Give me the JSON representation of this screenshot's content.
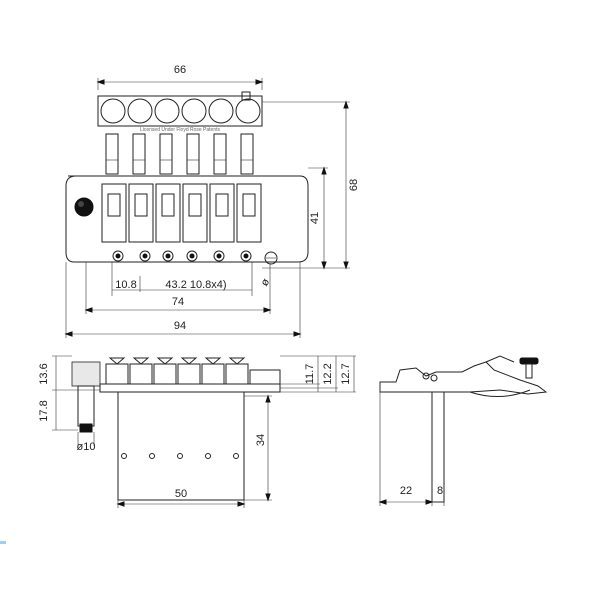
{
  "top_view": {
    "dim_width_top": "66",
    "dim_height_68": "68",
    "dim_height_41": "41",
    "dim_spacing_first": "10.8",
    "dim_spacing_rest": "43.2  10.8x4)",
    "dim_74": "74",
    "dim_94": "94",
    "dim_stud_dia": "ø",
    "stamp_text": "Licensed Under Floyd Rose Patents"
  },
  "front_view": {
    "dim_13_6": "13.6",
    "dim_17_8": "17.8",
    "dim_phi10": "ø10",
    "dim_11_7": "11.7",
    "dim_12_2": "12.2",
    "dim_12_7": "12.7",
    "dim_34": "34",
    "dim_50": "50"
  },
  "side_view": {
    "dim_22": "22",
    "dim_8": "8"
  }
}
